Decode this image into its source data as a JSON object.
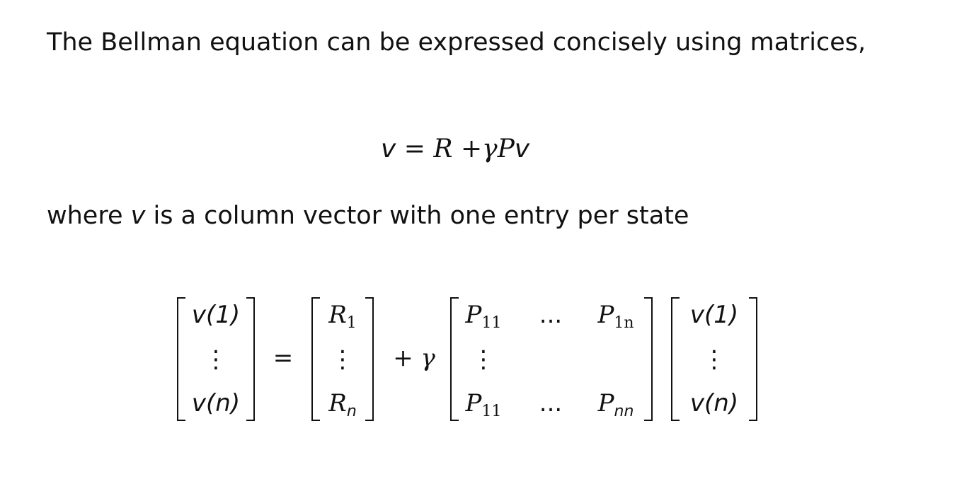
{
  "intro": "The Bellman equation can be expressed concisely using matrices,",
  "equation": {
    "v": "v",
    "eq": "=",
    "R": "R",
    "plus": "+",
    "gamma": "γ",
    "P": "P",
    "v2": "v"
  },
  "where": {
    "pre": "where ",
    "v": "v",
    "post": " is a column vector with one entry per state"
  },
  "matrix": {
    "lhs": [
      "v(1)",
      "⋮",
      "v(n)"
    ],
    "eq": "=",
    "R": {
      "top_sub": "1",
      "bottom_sub": "n",
      "dots": "⋮"
    },
    "plus_gamma": "+ γ",
    "P": {
      "subs": [
        "11",
        "1n",
        "11",
        "nn"
      ],
      "hdots": "...",
      "vdots": "⋮"
    },
    "rhs": [
      "v(1)",
      "⋮",
      "v(n)"
    ]
  }
}
